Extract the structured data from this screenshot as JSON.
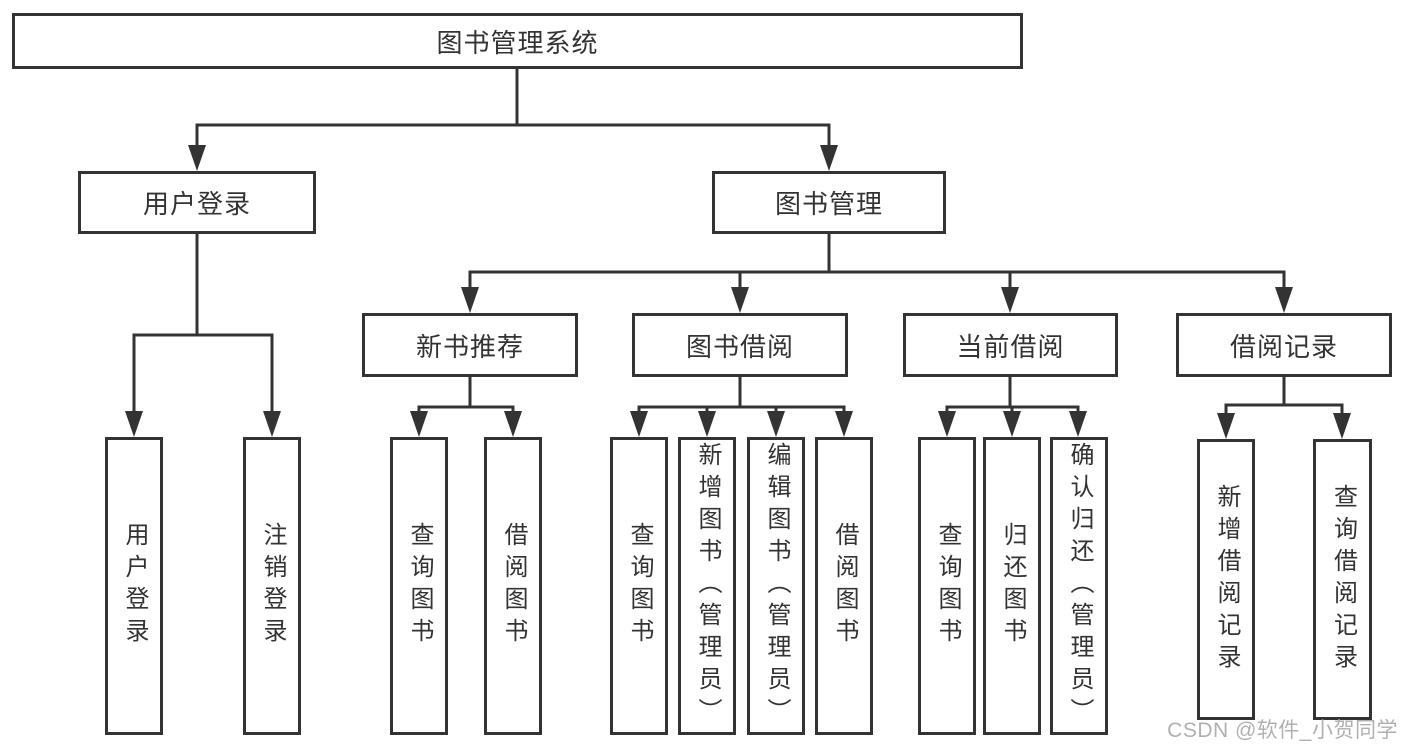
{
  "diagram": {
    "type": "hierarchy-tree",
    "nodes": {
      "root": "图书管理系统",
      "user_login": "用户登录",
      "book_management": "图书管理",
      "new_book_recommend": "新书推荐",
      "book_borrow": "图书借阅",
      "current_borrow": "当前借阅",
      "borrow_record": "借阅记录",
      "leaf_user_login": "用户登录",
      "leaf_logout": "注销登录",
      "leaf_query_book_recommend": "查询图书",
      "leaf_borrow_book_recommend": "借阅图书",
      "leaf_query_book_borrow": "查询图书",
      "leaf_add_book_admin": "新增图书（管理员）",
      "leaf_edit_book_admin": "编辑图书（管理员）",
      "leaf_borrow_book_borrow": "借阅图书",
      "leaf_query_book_current": "查询图书",
      "leaf_return_book": "归还图书",
      "leaf_confirm_return_admin": "确认归还（管理员）",
      "leaf_add_borrow_record": "新增借阅记录",
      "leaf_query_borrow_record": "查询借阅记录"
    },
    "hierarchy": {
      "图书管理系统": {
        "用户登录": [
          "用户登录",
          "注销登录"
        ],
        "图书管理": {
          "新书推荐": [
            "查询图书",
            "借阅图书"
          ],
          "图书借阅": [
            "查询图书",
            "新增图书（管理员）",
            "编辑图书（管理员）",
            "借阅图书"
          ],
          "当前借阅": [
            "查询图书",
            "归还图书",
            "确认归还（管理员）"
          ],
          "借阅记录": [
            "新增借阅记录",
            "查询借阅记录"
          ]
        }
      }
    }
  },
  "watermark": {
    "text": "CSDN @软件_小贺同学",
    "color": "#b0b0b0"
  },
  "colors": {
    "line": "#333333",
    "box_border": "#333333",
    "text": "#333333",
    "background": "#ffffff"
  }
}
